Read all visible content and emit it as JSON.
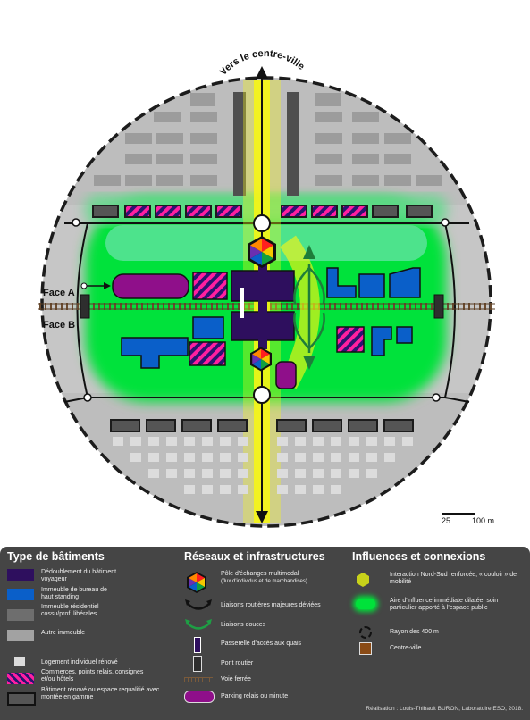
{
  "map": {
    "north_label": "Vers le centre-ville",
    "face_a": "Face A",
    "face_b": "Face B",
    "colors": {
      "buildings_grey": "#a2a2a2",
      "dark_grey": "#555555",
      "green_zone": "#00e23a",
      "inner_zone": "#4de089",
      "corridor": "#f5f516",
      "purple": "#2e0f5e",
      "blue": "#0a5fc9",
      "magenta": "#8f0f8a",
      "pink": "#ff1fa0"
    }
  },
  "scale": {
    "small": "25",
    "large": "100 m"
  },
  "legend": {
    "types": {
      "title": "Type de bâtiments",
      "items": [
        "Dédoublement du bâtiment voyageur",
        "Immeuble de bureau de haut standing",
        "Immeuble résidentiel cossu/prof. libérales",
        "Autre immeuble",
        "Logement individuel rénové",
        "Commerces, points relais, consignes et/ou hôtels",
        "Bâtiment rénové ou espace requalifié avec montée en gamme"
      ]
    },
    "networks": {
      "title": "Réseaux et infrastructures",
      "items": [
        "Pôle d'échanges multimodal",
        "(flux d'individus et de marchandises)",
        "Liaisons routières majeures déviées",
        "Liaisons douces",
        "Passerelle d'accès aux quais",
        "Pont routier",
        "Voie ferrée",
        "Parking relais ou minute"
      ]
    },
    "influences": {
      "title": "Influences et connexions",
      "items": [
        "Interaction Nord-Sud renforcée, « couloir » de mobilité",
        "Aire d'influence immédiate dilatée, soin particulier apporté à l'espace public",
        "Rayon des 400 m",
        "Centre-ville"
      ]
    },
    "credit": "Réalisation : Louis-Thibault BURON, Laboratoire ESO, 2018."
  }
}
